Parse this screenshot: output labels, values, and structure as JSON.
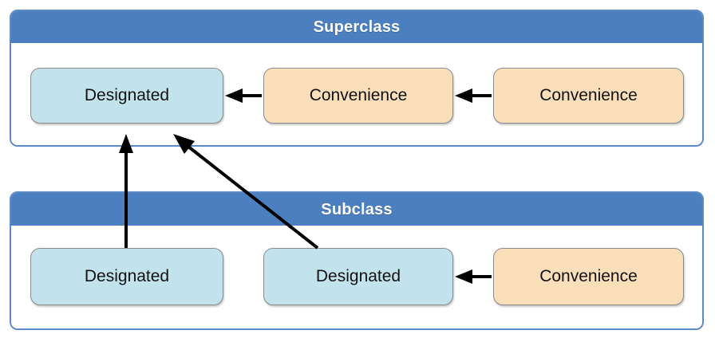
{
  "diagram": {
    "title_superclass": "Superclass",
    "title_subclass": "Subclass",
    "colors": {
      "header_blue": "#4c7fc0",
      "container_border": "#5b8ac6",
      "designated_fill": "#c2e3ec",
      "convenience_fill": "#fbdfbb",
      "node_border": "#8a8a8a",
      "arrow": "#000000",
      "background": "#ffffff",
      "header_text": "#ffffff",
      "node_text": "#111111"
    }
  },
  "superclass": {
    "header_label": "Superclass",
    "nodes": [
      {
        "label": "Designated",
        "kind": "designated"
      },
      {
        "label": "Convenience",
        "kind": "convenience"
      },
      {
        "label": "Convenience",
        "kind": "convenience"
      }
    ]
  },
  "subclass": {
    "header_label": "Subclass",
    "nodes": [
      {
        "label": "Designated",
        "kind": "designated"
      },
      {
        "label": "Designated",
        "kind": "designated"
      },
      {
        "label": "Convenience",
        "kind": "convenience"
      }
    ]
  },
  "arrows": [
    {
      "name": "superclass-convenience2-to-convenience1",
      "direction": "left",
      "from": "Convenience",
      "to": "Convenience"
    },
    {
      "name": "superclass-convenience1-to-designated",
      "direction": "left",
      "from": "Convenience",
      "to": "Designated"
    },
    {
      "name": "subclass-convenience-to-designated2",
      "direction": "left",
      "from": "Convenience",
      "to": "Designated"
    },
    {
      "name": "subclass-designated1-to-superclass-designated",
      "direction": "up",
      "from": "Designated",
      "to": "Designated"
    },
    {
      "name": "subclass-designated2-to-superclass-designated",
      "direction": "up-left",
      "from": "Designated",
      "to": "Designated"
    }
  ]
}
